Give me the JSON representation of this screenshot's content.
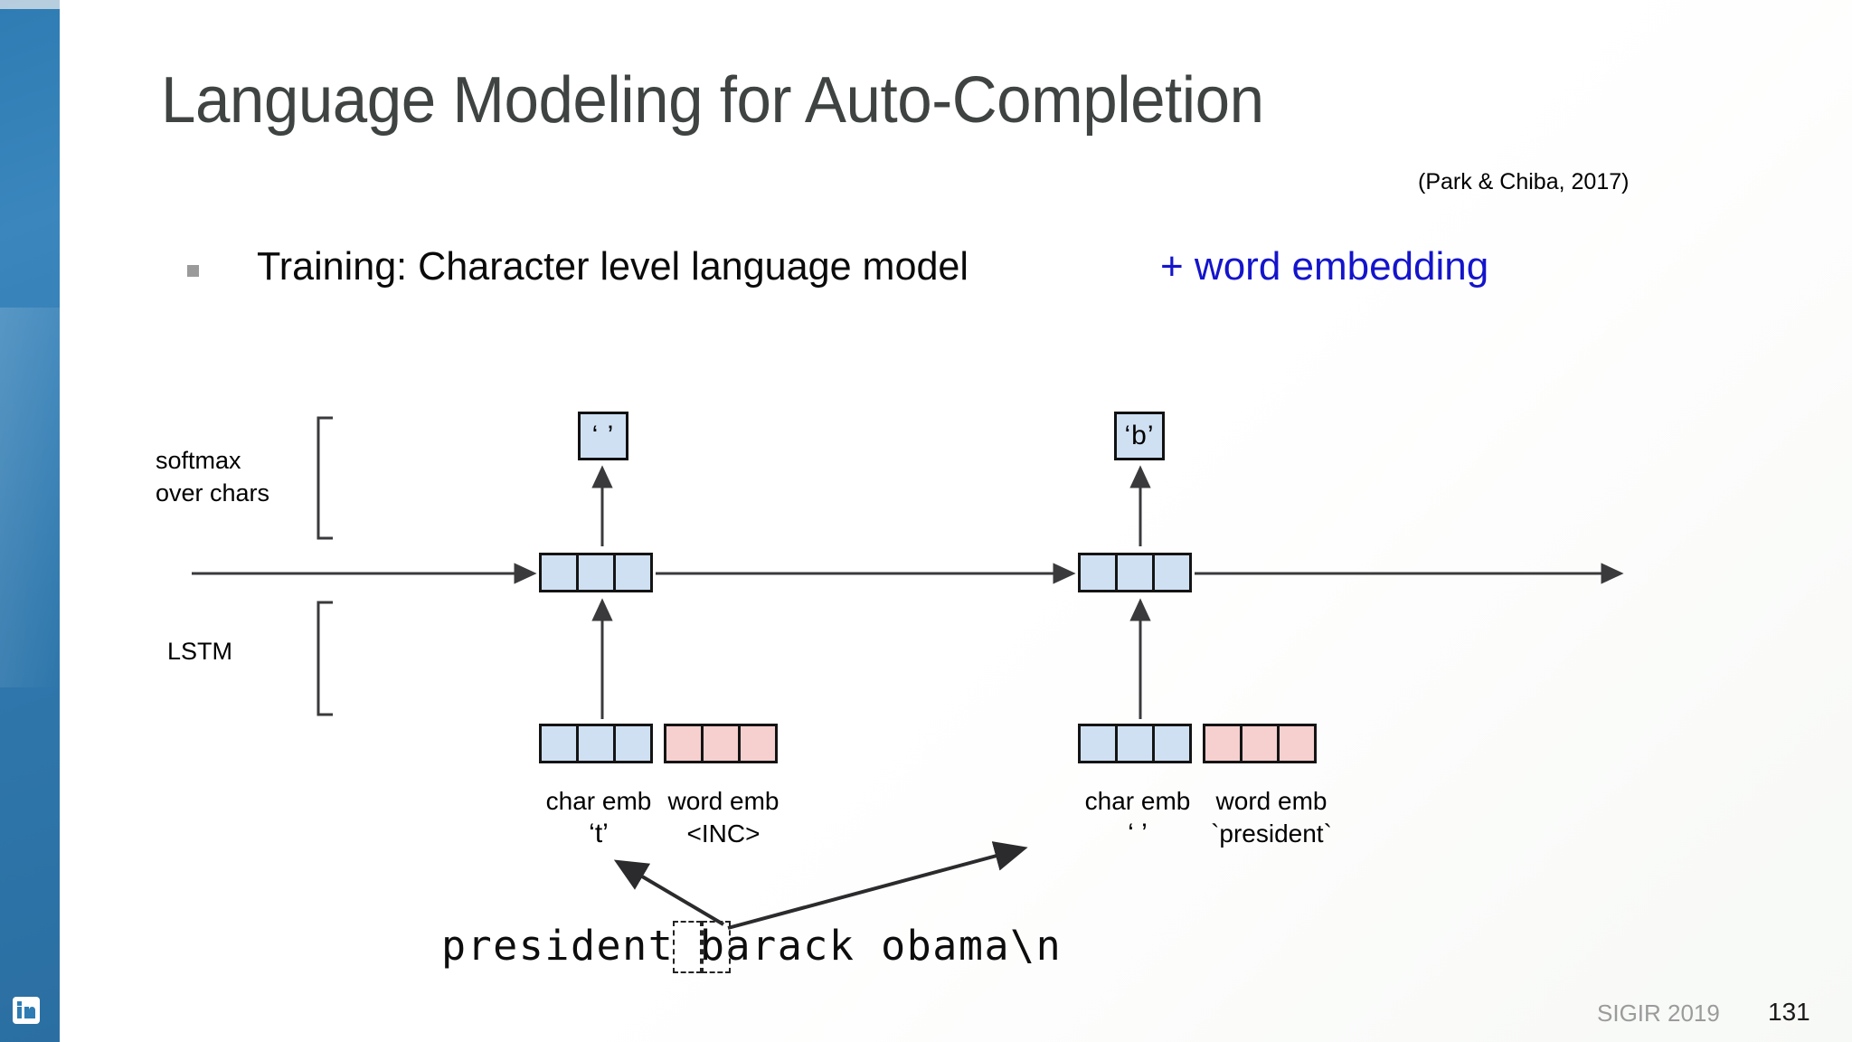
{
  "slide": {
    "title": "Language Modeling for Auto-Completion",
    "citation": "(Park & Chiba, 2017)",
    "bullet": {
      "text": "Training: Character level language model",
      "highlight": "+ word embedding",
      "highlight_color": "#1414cc",
      "bullet_glyph": "square-bullet"
    },
    "footer": {
      "conference": "SIGIR 2019",
      "page_number": "131"
    },
    "sidebar": {
      "color": "#2e7cb3",
      "logo": "linkedin-logo"
    }
  },
  "diagram": {
    "left_labels": {
      "softmax": "softmax\nover chars",
      "softmax_line1": "softmax",
      "softmax_line2": "over chars",
      "lstm": "LSTM"
    },
    "timesteps": [
      {
        "id": "t1",
        "output_char": "‘ ’",
        "char_emb_label": "char emb",
        "char_emb_value": "‘t’",
        "word_emb_label": "word emb",
        "word_emb_value": "<INC>",
        "lstm_cells": 3,
        "char_emb_cells": 3,
        "word_emb_cells": 3
      },
      {
        "id": "t2",
        "output_char": "‘b’",
        "char_emb_label": "char emb",
        "char_emb_value": "‘ ’",
        "word_emb_label": "word emb",
        "word_emb_value": "`president`",
        "lstm_cells": 3,
        "char_emb_cells": 3,
        "word_emb_cells": 3
      }
    ],
    "input_string": "president barack obama\\n",
    "colors": {
      "char_emb": "#cfe0f3",
      "word_emb": "#f6cfcf",
      "stroke": "#141414",
      "arrow": "#3a3a3c"
    }
  }
}
